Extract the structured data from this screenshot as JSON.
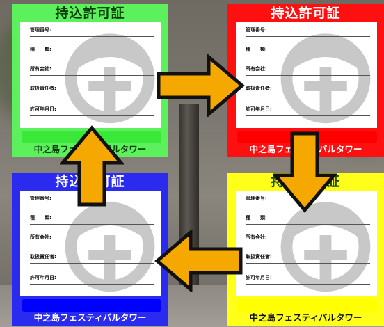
{
  "cards": [
    {
      "title": "持込許可証",
      "footer": "中之島フェスティバルタワー",
      "fields": [
        "管理番号:",
        "種　　類:",
        "所有会社:",
        "取扱責任者:",
        "許可年月日:"
      ],
      "color": "#5cf05c",
      "strip_color": "#39e839"
    },
    {
      "title": "持込許可証",
      "footer": "中之島フェスティバルタワー",
      "fields": [
        "管理番号:",
        "種　　類:",
        "所有会社:",
        "取扱責任者:",
        "許可年月日:"
      ],
      "color": "#ff1010",
      "strip_color": "#ff0000"
    },
    {
      "title": "持込許可証",
      "footer": "中之島フェスティバルタワー",
      "fields": [
        "管理番号:",
        "種　　類:",
        "所有会社:",
        "取扱責任者:",
        "許可年月日:"
      ],
      "color": "#2b2bf0",
      "strip_color": "#0000ff"
    },
    {
      "title": "持込許可証",
      "footer": "中之島フェスティバルタワー",
      "fields": [
        "管理番号:",
        "種　　類:",
        "所有会社:",
        "取扱責任者:",
        "許可年月日:"
      ],
      "color": "#ffff1a",
      "strip_color": "#ffff00"
    }
  ],
  "arrows": {
    "fill": "#f5a800",
    "stroke": "#111111",
    "sequence": [
      "green-to-red",
      "red-to-yellow",
      "yellow-to-blue",
      "blue-to-green"
    ]
  }
}
